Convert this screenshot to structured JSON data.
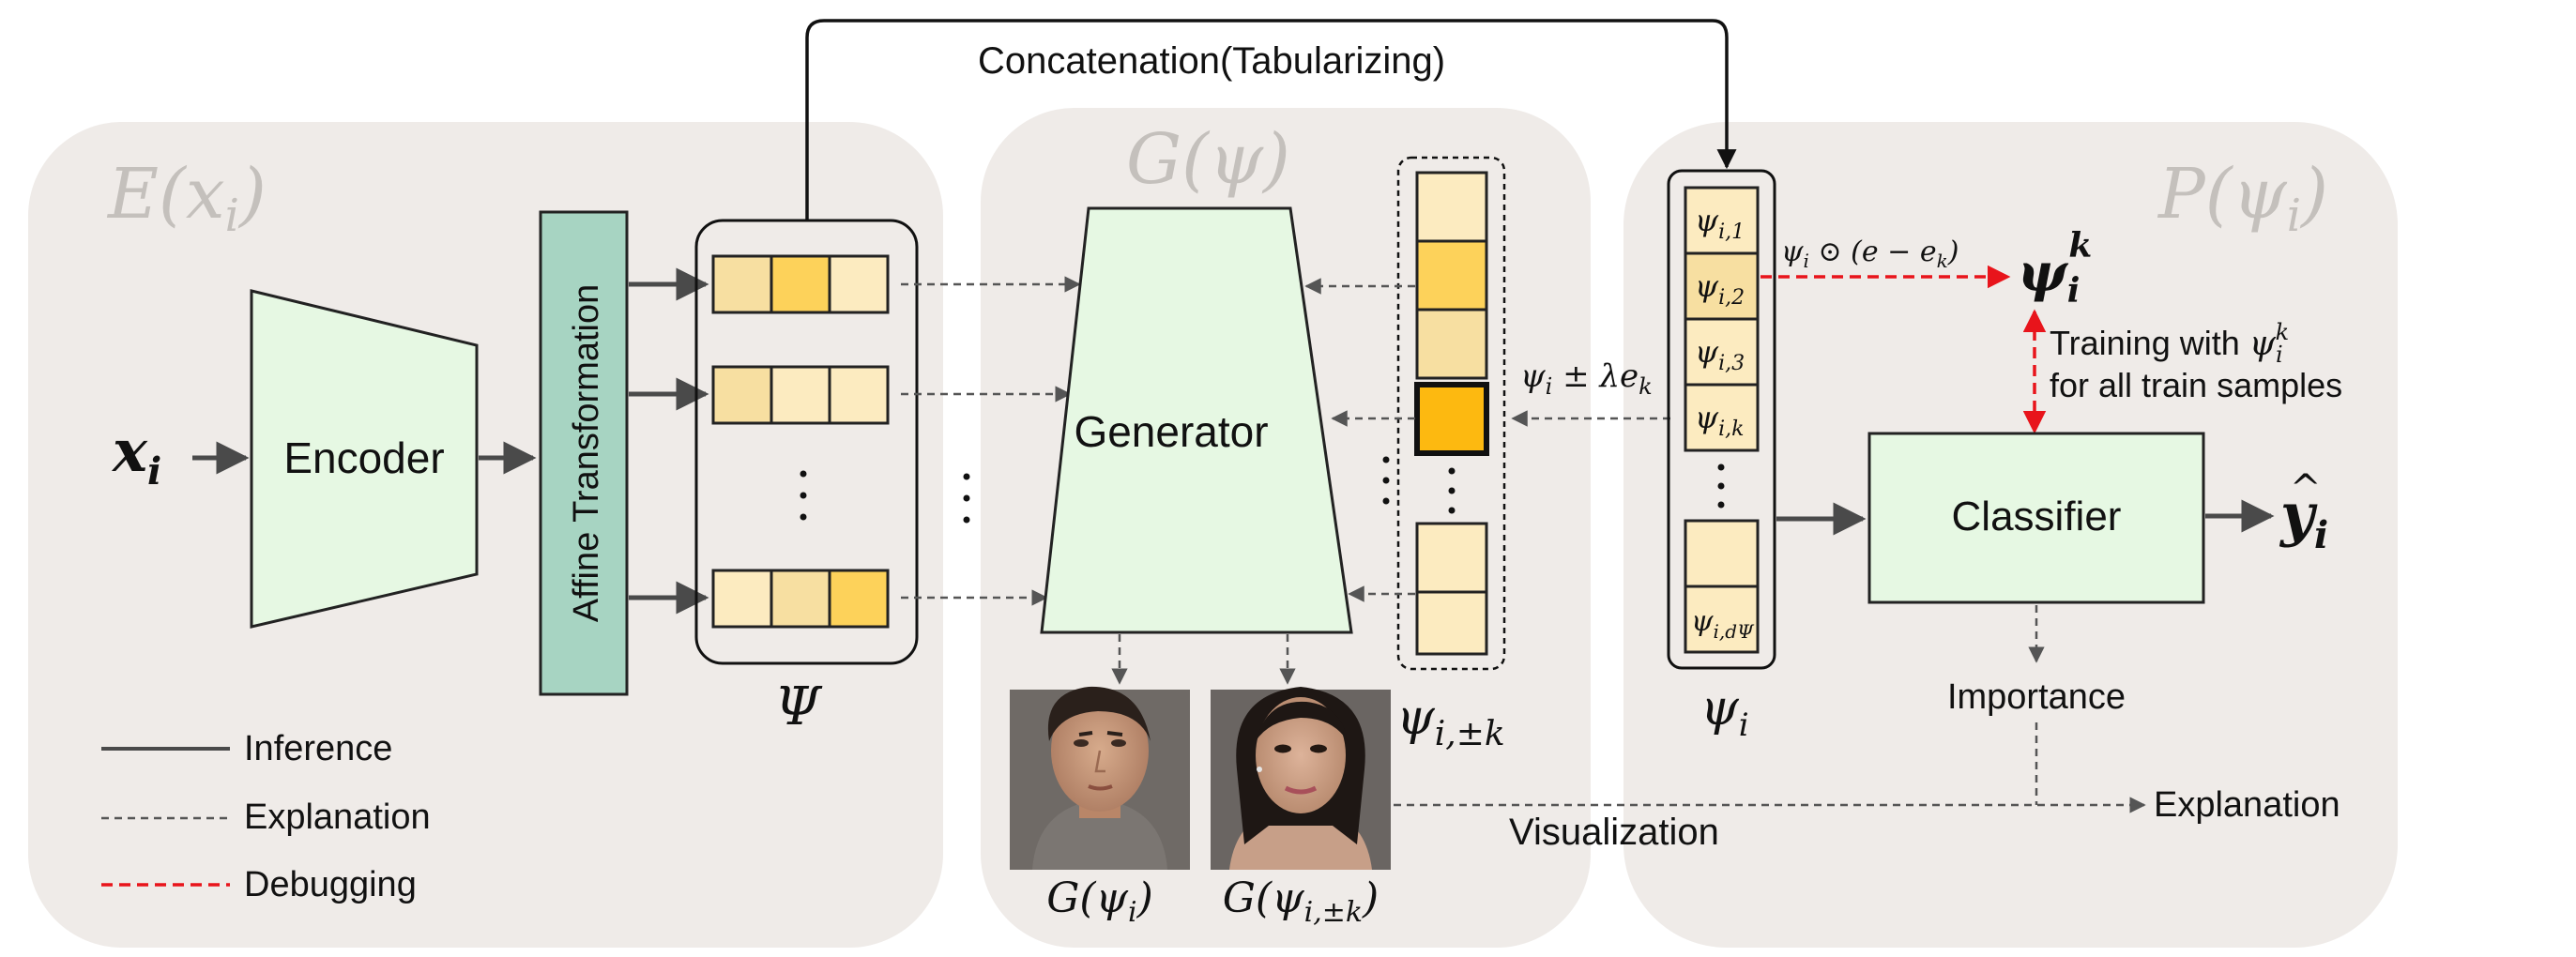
{
  "panels": {
    "encoder": "E(x",
    "encoder_sub": "i",
    "generator": "G(ψ)",
    "predictor": "P(ψ",
    "predictor_sub": "i"
  },
  "labels": {
    "concat": "Concatenation(Tabularizing)",
    "encoder": "Encoder",
    "affine": "Affine Transformation",
    "generator": "Generator",
    "classifier": "Classifier",
    "importance": "Importance",
    "visualization": "Visualization",
    "explanation": "Explanation",
    "training_1": "Training with",
    "training_2": "for all train samples",
    "psi": "Ψ"
  },
  "math": {
    "x": "x",
    "i": "i",
    "psi": "ψ",
    "y": "y",
    "perturb": "ψ",
    "perturb_rest": " ± λe",
    "perturb_k": "k",
    "mask": "ψ",
    "mask_rest": " ⊙ (e − e",
    "mask_close": ")",
    "k": "k",
    "pm_k": "i,±k",
    "psi_ik": "ψ",
    "G": "G(ψ",
    "close": ")"
  },
  "tab_cells": [
    {
      "sym": "ψ",
      "sub": "i,1"
    },
    {
      "sym": "ψ",
      "sub": "i,2"
    },
    {
      "sym": "ψ",
      "sub": "i,3"
    },
    {
      "sym": "ψ",
      "sub": "i,k"
    },
    {
      "sym": "ψ",
      "sub": "i,dΨ"
    }
  ],
  "legend": [
    {
      "label": "Inference",
      "style": "solid",
      "color": "#4a4a4a"
    },
    {
      "label": "Explanation",
      "style": "dashed",
      "color": "#555555"
    },
    {
      "label": "Debugging",
      "style": "dashed",
      "color": "#e8141b"
    }
  ],
  "colors": {
    "panel": "#efebe8",
    "module": "#e6f8e3",
    "affine": "#a7d4c2",
    "cell_light": "#fcebc0",
    "cell_mid": "#f7dfa1",
    "cell_strong": "#fdd25a",
    "cell_highlight": "#fdb910",
    "debug": "#e8141b",
    "arrow": "#4a4a4a"
  },
  "faces": [
    {
      "caption_prefix": "G(ψ",
      "caption_sub": "i"
    },
    {
      "caption_prefix": "G(ψ",
      "caption_sub": "i,±k"
    }
  ]
}
